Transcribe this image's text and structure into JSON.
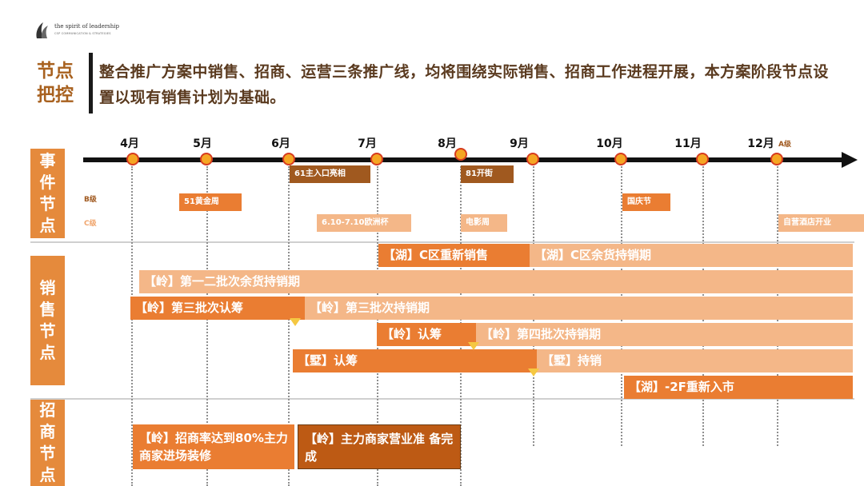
{
  "logo": {
    "brand": "the spirit of leadership",
    "tagline": "CSP COMMUNICATION & STRATEGIES"
  },
  "heading": {
    "label": "节点把控",
    "text": "整合推广方案中销售、招商、运营三条推广线，均将围绕实际销售、招商工作进程开展，本方案阶段节点设置以现有销售计划为基础。"
  },
  "sections": {
    "events": "事件节点",
    "sales": "销售节点",
    "leasing": "招商节点"
  },
  "timeline": {
    "months": [
      "4月",
      "5月",
      "6月",
      "7月",
      "8月",
      "9月",
      "10月",
      "11月",
      "12月"
    ],
    "grades": {
      "a": "A级",
      "b": "B级",
      "c": "C级"
    }
  },
  "events": {
    "a": [
      "61主入口亮相",
      "81开街"
    ],
    "b": [
      "51黄金周",
      "国庆节"
    ],
    "c": [
      "6.10-7.10欧洲杯",
      "电影周",
      "自营酒店开业"
    ]
  },
  "sales": [
    "【湖】C区重新销售",
    "【湖】C区余货持销期",
    "【岭】第一二批次余货持销期",
    "【岭】第三批次认筹",
    "【岭】第三批次持销期",
    "【岭】认筹",
    "【岭】第四批次持销期",
    "【墅】认筹",
    "【墅】持销",
    "【湖】-2F重新入市"
  ],
  "leasing": [
    "【岭】招商率达到80%主力商家进场装修",
    "【岭】主力商家营业准 备完成"
  ],
  "colors": {
    "accent": "#e58a3c",
    "dark": "#a0591f",
    "marker": "#f5a623",
    "marker_border": "#d63b1f"
  }
}
